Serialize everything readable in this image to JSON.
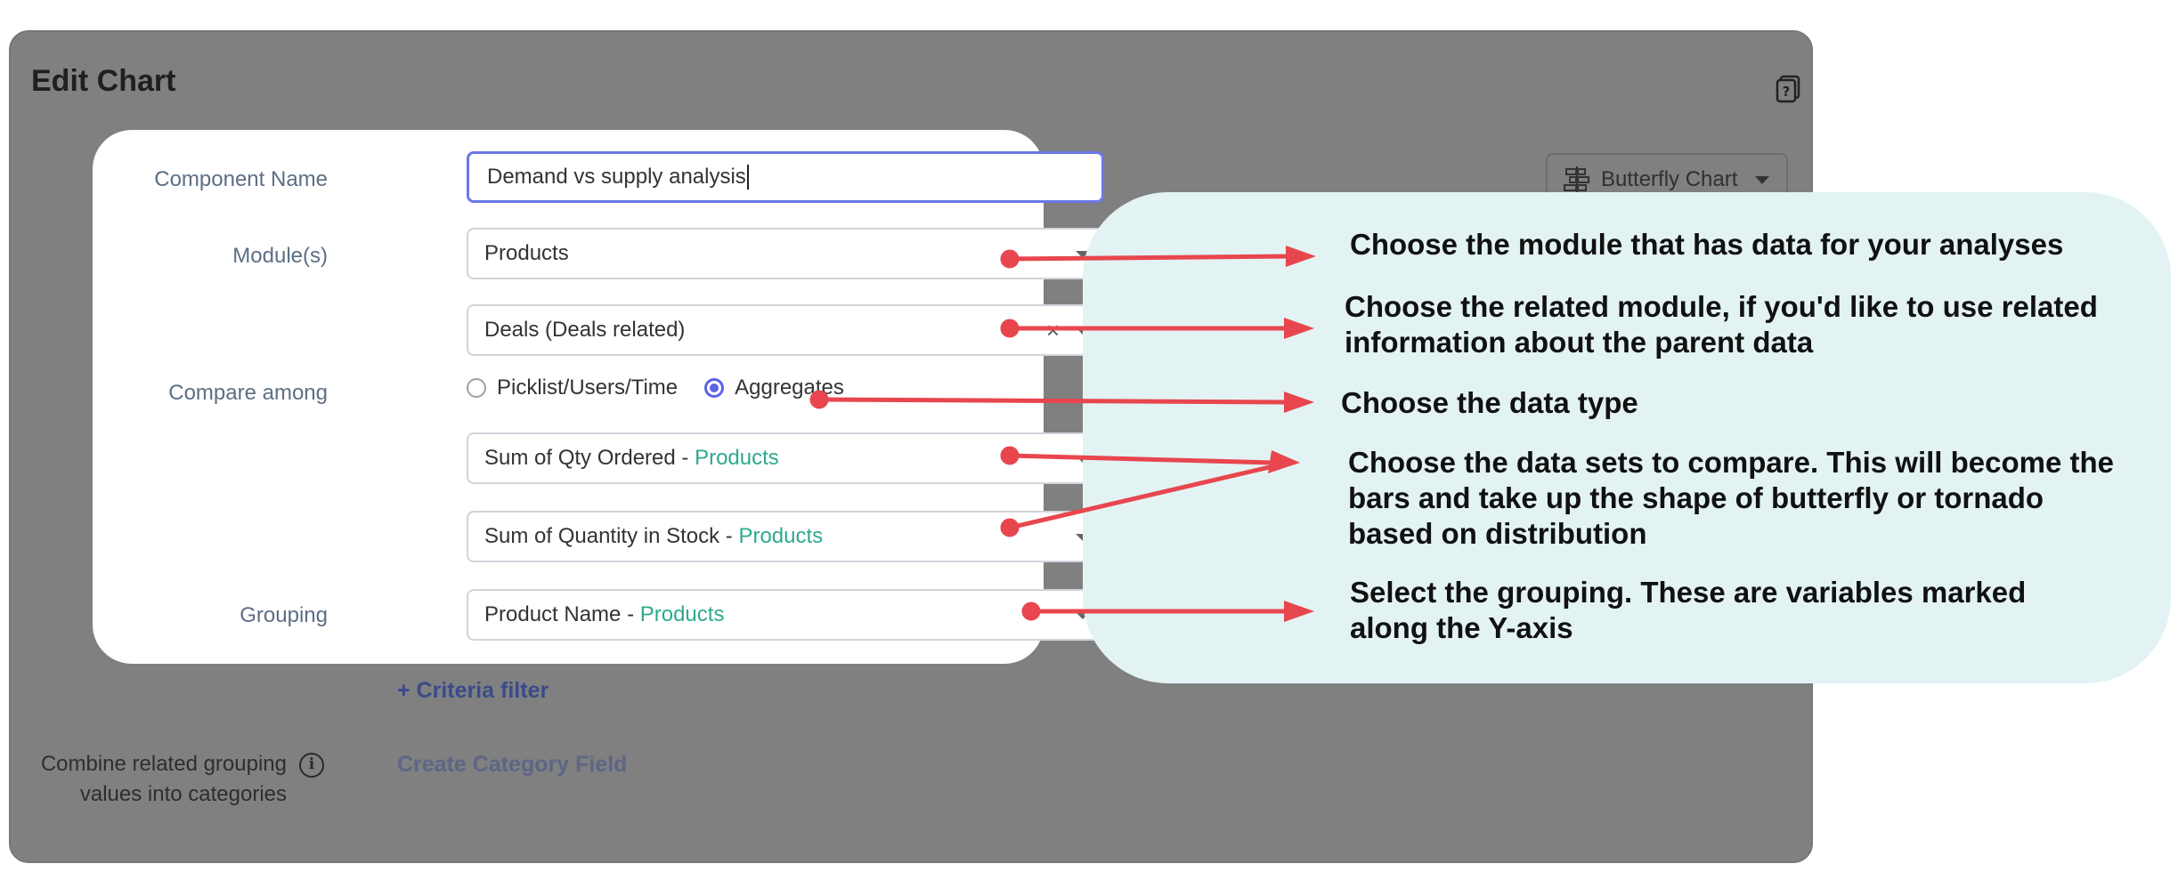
{
  "modal": {
    "title": "Edit Chart",
    "chart_type": "Butterfly Chart",
    "criteria_filter": "+ Criteria filter",
    "combine_label": "Combine related grouping values into categories",
    "create_category": "Create Category Field"
  },
  "form": {
    "component_name_label": "Component Name",
    "component_name_value": "Demand vs supply analysis",
    "modules_label": "Module(s)",
    "module_value": "Products",
    "related_module_value": "Deals (Deals related)",
    "compare_label": "Compare among",
    "compare_options": [
      "Picklist/Users/Time",
      "Aggregates"
    ],
    "compare_selected": "Aggregates",
    "dataset1_prefix": "Sum of Qty Ordered - ",
    "dataset1_module": "Products",
    "dataset2_prefix": "Sum of Quantity in Stock - ",
    "dataset2_module": "Products",
    "grouping_label": "Grouping",
    "grouping_prefix": "Product Name - ",
    "grouping_module": "Products"
  },
  "annotations": {
    "module": "Choose the module that has data for your analyses",
    "related_line1": "Choose the related module, if you'd like to use related",
    "related_line2": "information about the parent data",
    "data_type": "Choose the data type",
    "datasets_line1": "Choose the data sets to compare. This will become the",
    "datasets_line2": "bars and take up the shape of butterfly or tornado",
    "datasets_line3": "based on distribution",
    "grouping_line1": "Select the grouping. These are variables marked",
    "grouping_line2": "along the Y-axis"
  },
  "colors": {
    "arrow": "#e8464e",
    "accent": "#2ea98f",
    "radio": "#5b63e6",
    "panel": "#e3f3f3"
  }
}
